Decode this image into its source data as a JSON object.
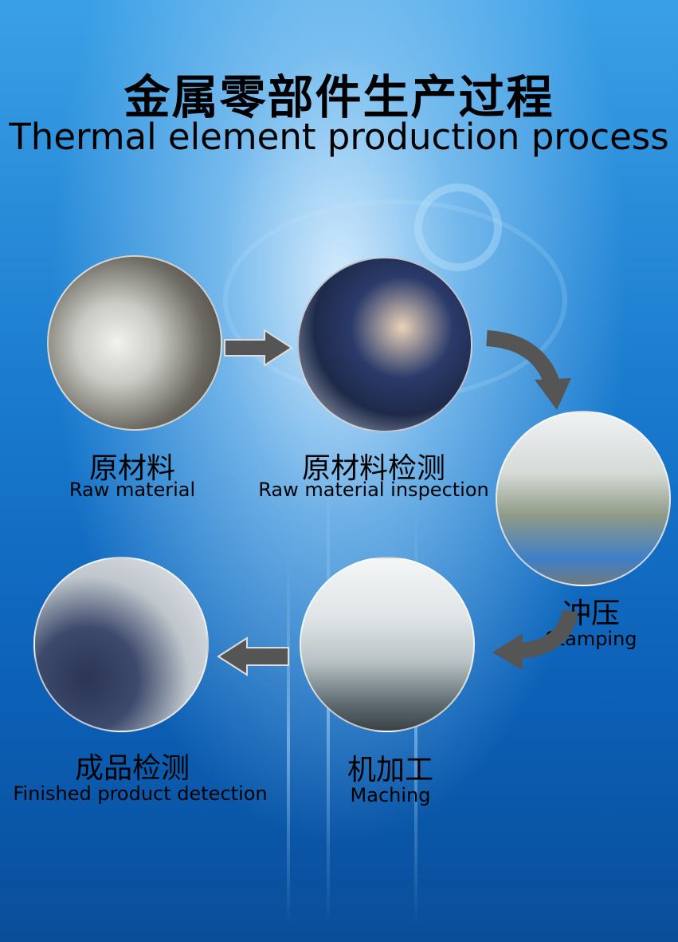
{
  "title": {
    "chinese": "金属零部件生产过程",
    "english": "Thermal element production process"
  },
  "steps": [
    {
      "cn": "原材料",
      "en": "Raw material",
      "photo": "steel-coils-photo"
    },
    {
      "cn": "原材料检测",
      "en": "Raw material inspection",
      "photo": "inspection-worker-photo"
    },
    {
      "cn": "冲压",
      "en": "Stamping",
      "photo": "stamping-presses-photo"
    },
    {
      "cn": "机加工",
      "en": "Maching",
      "photo": "cnc-machines-photo"
    },
    {
      "cn": "成品检测",
      "en": "Finished product detection",
      "photo": "measuring-machine-photo"
    }
  ],
  "colors": {
    "arrow": "#555555",
    "background": "#1878cc"
  }
}
